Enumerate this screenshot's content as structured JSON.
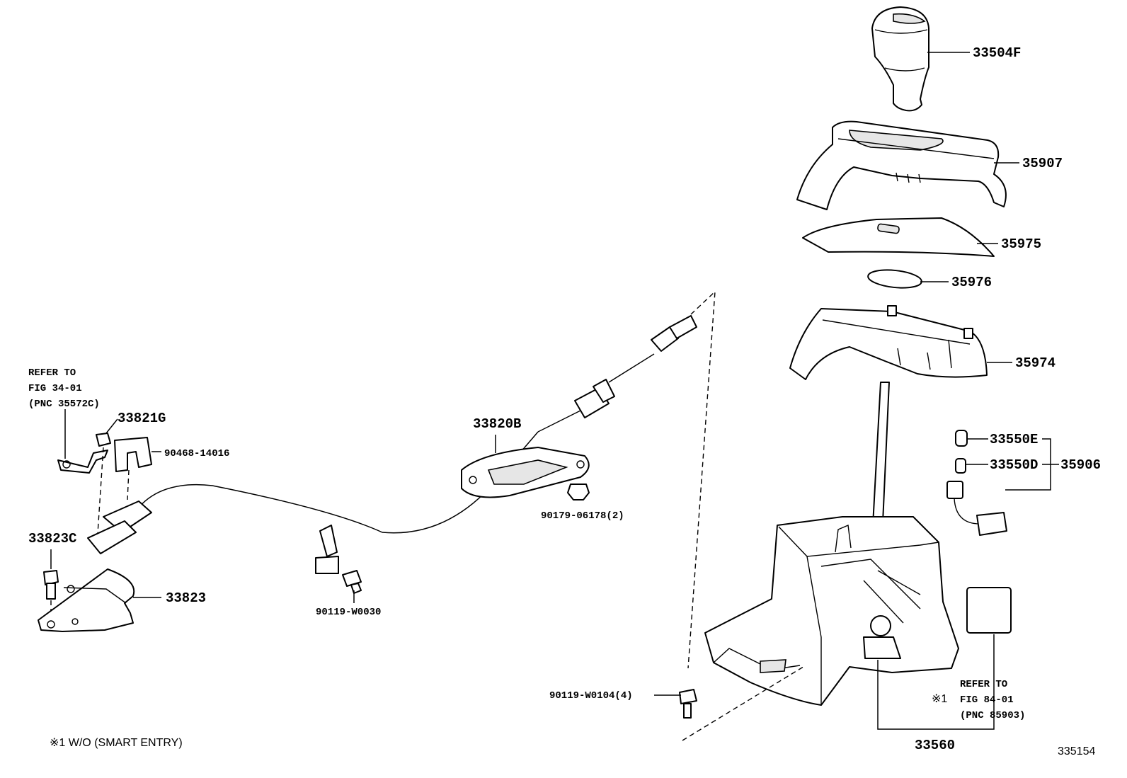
{
  "labels": {
    "p33504F": "33504F",
    "p35907": "35907",
    "p35975": "35975",
    "p35976": "35976",
    "p35974": "35974",
    "p33550E": "33550E",
    "p33550D": "33550D",
    "p35906": "35906",
    "p33560": "33560",
    "p33820B": "33820B",
    "p90179": "90179-06178(2)",
    "p90119_w0030": "90119-W0030",
    "p90119_w0104": "90119-W0104(4)",
    "p33821G": "33821G",
    "p90468": "90468-14016",
    "p33823C": "33823C",
    "p33823": "33823"
  },
  "refer_left": {
    "line1": "REFER TO",
    "line2": "FIG 34-01",
    "line3": "(PNC 35572C)"
  },
  "refer_right": {
    "line1": "REFER TO",
    "mark": "※1",
    "line2": "FIG 84-01",
    "line3": "(PNC 85903)"
  },
  "footnote": "※1  W/O (SMART ENTRY)",
  "figure_id": "335154"
}
